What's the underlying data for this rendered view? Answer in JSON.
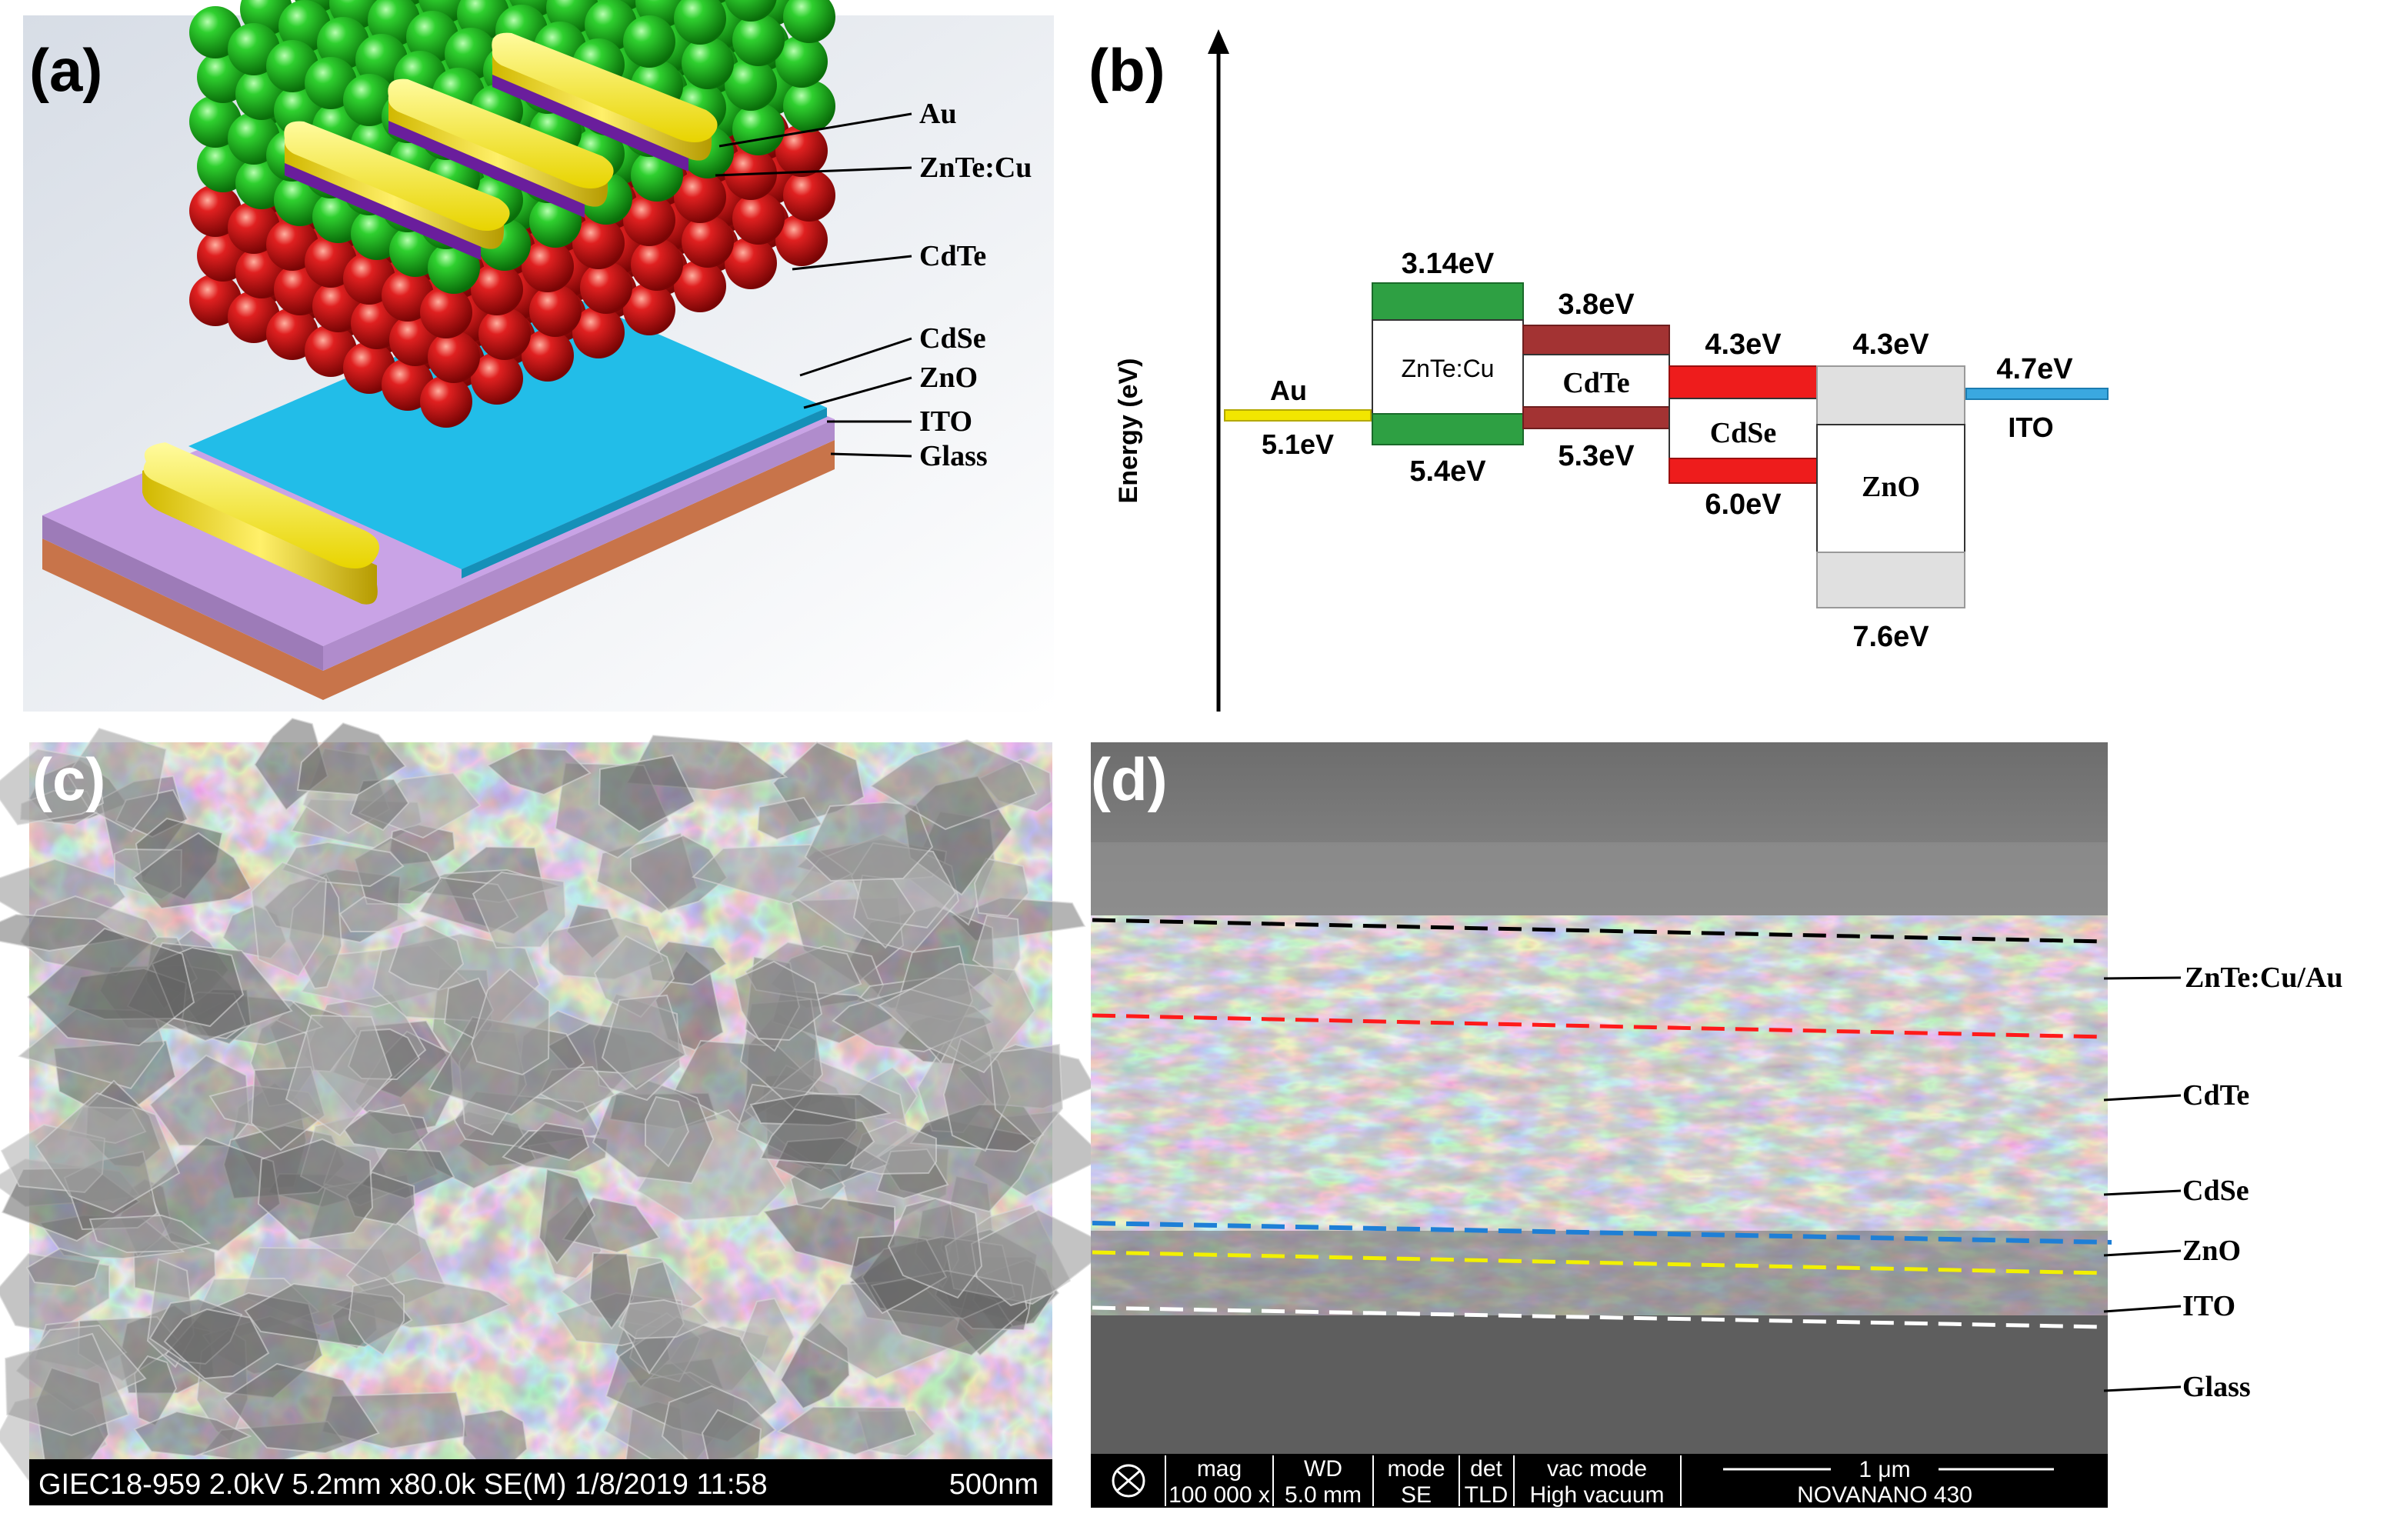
{
  "panels": {
    "a": {
      "label": "(a)",
      "layers": [
        "Au",
        "ZnTe:Cu",
        "CdTe",
        "CdSe",
        "ZnO",
        "ITO",
        "Glass"
      ]
    },
    "b": {
      "label": "(b)",
      "axis_label": "Energy (eV)",
      "au": {
        "name": "Au",
        "value": "5.1eV"
      },
      "znte": {
        "name": "ZnTe:Cu",
        "top": "3.14eV",
        "bottom": "5.4eV"
      },
      "cdte": {
        "name": "CdTe",
        "top": "3.8eV",
        "bottom": "5.3eV"
      },
      "cdse": {
        "name": "CdSe",
        "top": "4.3eV",
        "bottom": "6.0eV"
      },
      "zno": {
        "name": "ZnO",
        "top": "4.3eV",
        "bottom": "7.6eV"
      },
      "ito": {
        "name": "ITO",
        "value": "4.7eV"
      }
    },
    "c": {
      "label": "(c)",
      "info_text": "GIEC18-959 2.0kV 5.2mm x80.0k SE(M) 1/8/2019 11:58",
      "scale": "500nm"
    },
    "d": {
      "label": "(d)",
      "layers": [
        "ZnTe:Cu/Au",
        "CdTe",
        "CdSe",
        "ZnO",
        "ITO",
        "Glass"
      ],
      "info": {
        "mag_h": "mag",
        "mag_v": "100 000 x",
        "wd_h": "WD",
        "wd_v": "5.0 mm",
        "mode_h": "mode",
        "mode_v": "SE",
        "det_h": "det",
        "det_v": "TLD",
        "vac_h": "vac mode",
        "vac_v": "High vacuum",
        "scale": "1 μm",
        "instrument": "NOVANANO 430"
      }
    }
  },
  "colors": {
    "au": "#f2e600",
    "znte": "#7b2fa0",
    "cdte": "#19a319",
    "cdse": "#cc1111",
    "ito": "#22bde8",
    "glass": "#c9a3e6",
    "substrate": "#c87a4a",
    "cdte_band": "#a33333",
    "cdse_band": "#ee1c1c",
    "znte_band": "#2ea043",
    "zno_band": "#e0e0e0",
    "ito_band": "#3aa8e0"
  }
}
